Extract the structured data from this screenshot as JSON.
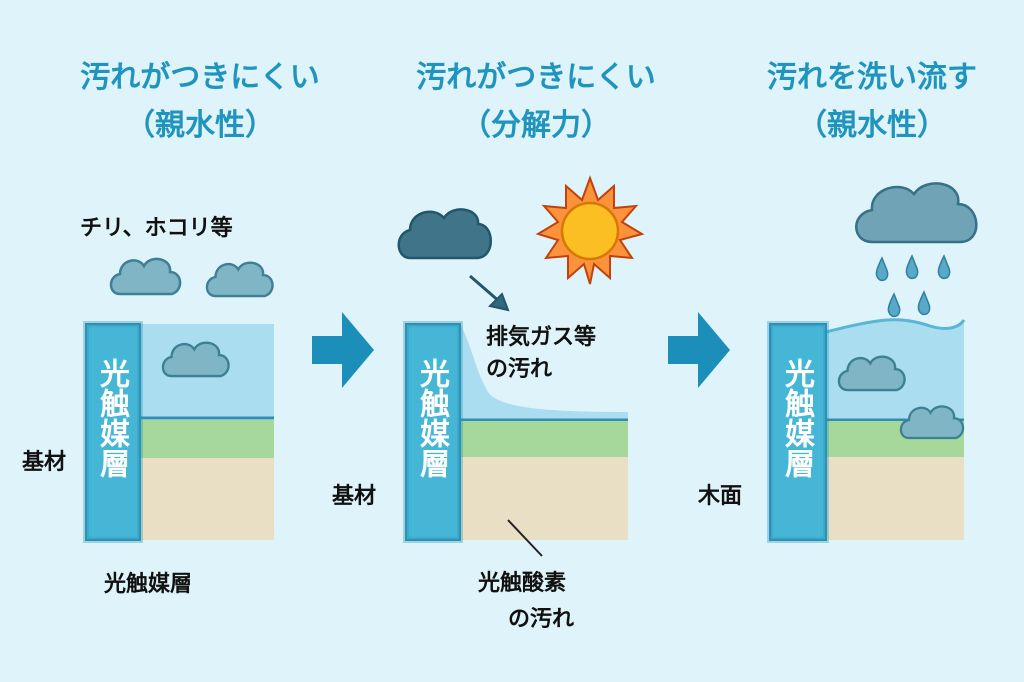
{
  "panels": [
    {
      "title_line1": "汚れがつきにくい",
      "title_line2": "（親水性）",
      "layer_vertical_label": "光触媒層",
      "side_label": "基材",
      "top_label": "チリ、ホコリ等",
      "bottom_label": "光触媒層"
    },
    {
      "title_line1": "汚れがつきにくい",
      "title_line2": "（分解力）",
      "layer_vertical_label": "光触媒層",
      "side_label": "基材",
      "callout_line1": "排気ガス等",
      "callout_line2": "の汚れ",
      "bottom_line1": "光触酸素",
      "bottom_line2": "の汚れ"
    },
    {
      "title_line1": "汚れを洗い流す",
      "title_line2": "（親水性）",
      "layer_vertical_label": "光触媒層",
      "side_label": "木面"
    }
  ],
  "icons": [
    "cloud-icon",
    "sun-icon",
    "rain-icon",
    "arrow-right-icon"
  ],
  "colors": {
    "background": "#dff3fa",
    "title": "#1f95bd",
    "photocatalyst_layer": "#45b6d5",
    "water": "#a9ddef",
    "green_layer": "#a6d79b",
    "base_layer": "#e8dfc5",
    "arrow": "#1b8fb9",
    "sun": "#fbbf24"
  }
}
